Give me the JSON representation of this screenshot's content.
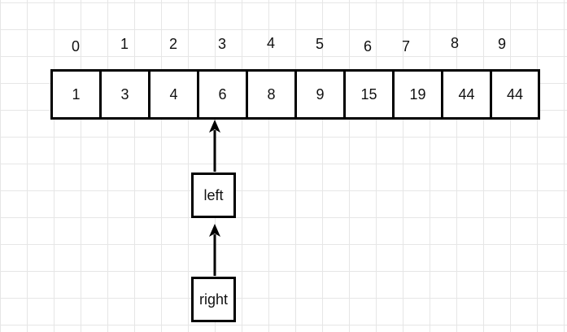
{
  "array": {
    "indices": [
      "0",
      "1",
      "2",
      "3",
      "4",
      "5",
      "6",
      "7",
      "8",
      "9"
    ],
    "values": [
      "1",
      "3",
      "4",
      "6",
      "8",
      "9",
      "15",
      "19",
      "44",
      "44"
    ]
  },
  "pointers": {
    "left_label": "left",
    "right_label": "right"
  },
  "colors": {
    "stroke": "#000000",
    "grid": "#e6e6e6",
    "background": "#ffffff"
  }
}
